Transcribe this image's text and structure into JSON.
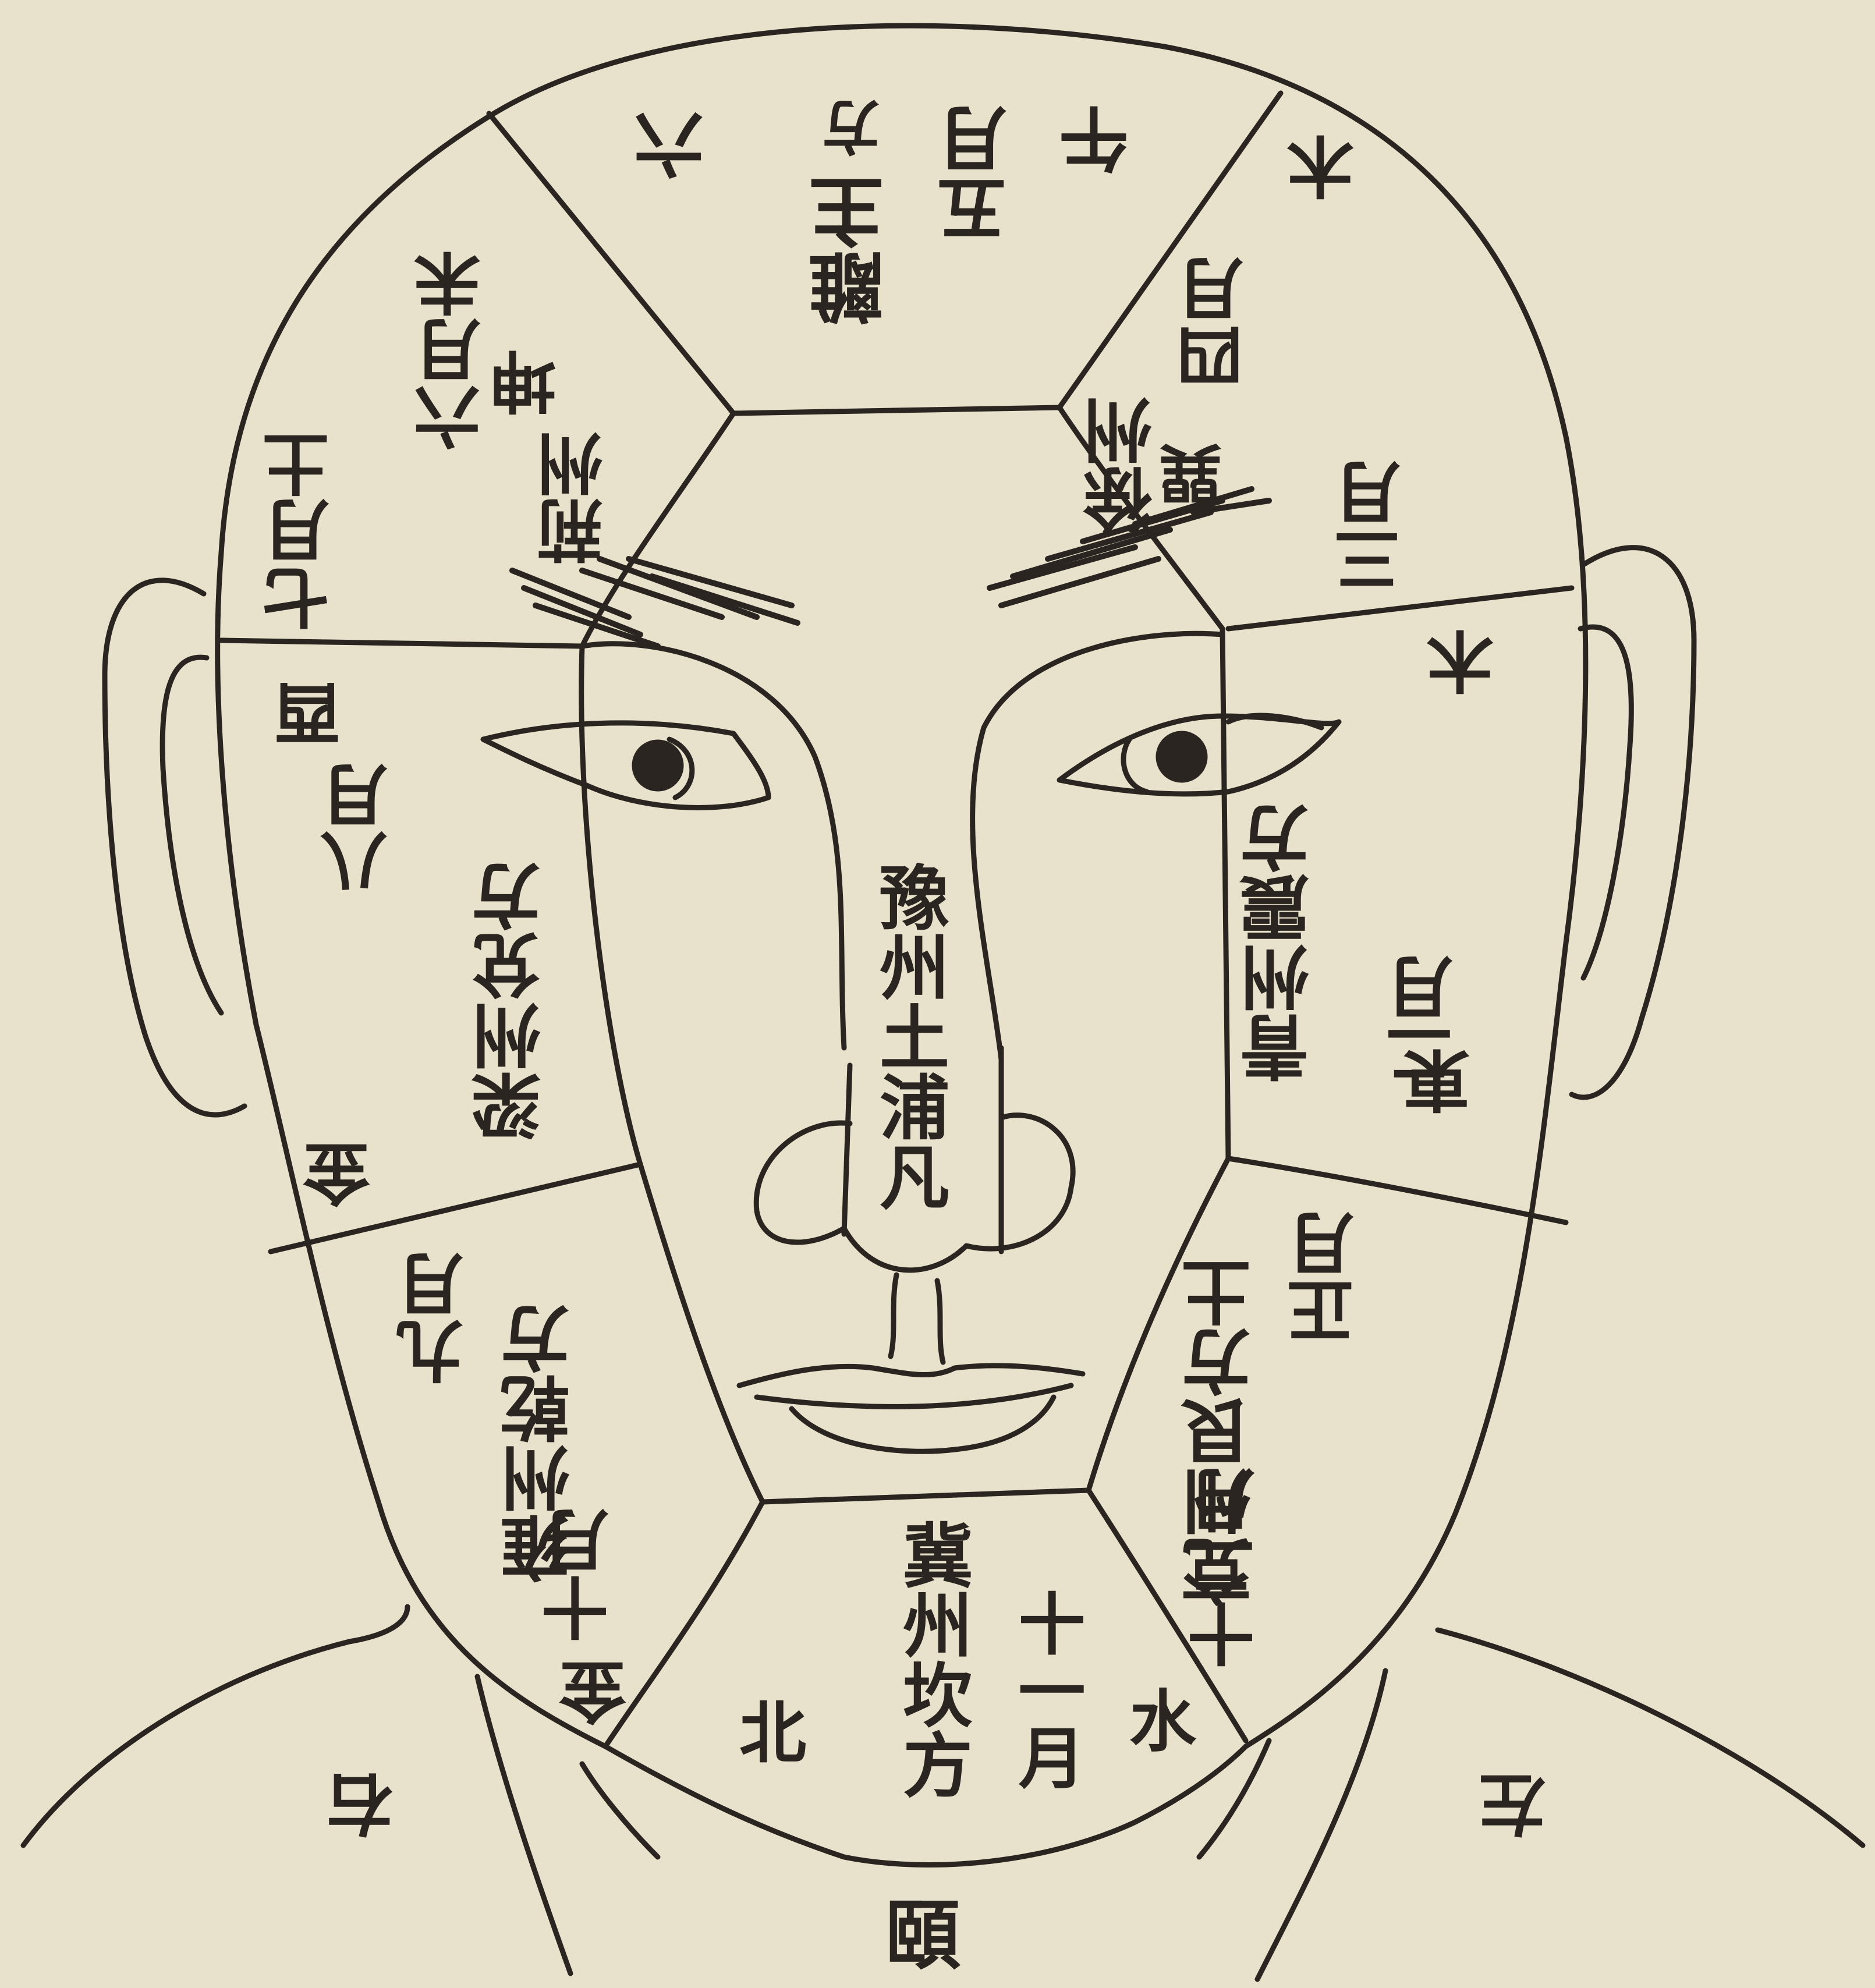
{
  "colors": {
    "paper": "#e8e1cb",
    "ink": "#2a2520"
  },
  "labels": {
    "top_col1": "午",
    "top_col2": "五月",
    "top_col3": "離主",
    "top_col4": "六",
    "top_col5": "方",
    "upper_left_col1": "六月未",
    "upper_left_col2": "坤",
    "upper_left_col3": "七月土",
    "upper_left_col4": "荊州",
    "upper_right_col1": "木",
    "upper_right_col2": "四月",
    "upper_right_col3": "徐州",
    "upper_right_col4": "巽",
    "upper_right_col5": "三月",
    "west_col1": "酉",
    "west_col2": "八月",
    "west_col3": "梁州兌方",
    "west_col4": "金",
    "east_col1": "木",
    "east_col2": "青州震方",
    "east_col3": "二月",
    "east_col4": "東",
    "nose": "豫州土浦凡",
    "lower_left_col1": "九月",
    "lower_left_col2": "雍州乾方",
    "lower_left_col3": "十月",
    "lower_left_col4": "金",
    "lower_right_col1": "正月",
    "lower_right_col2": "兗州艮方土",
    "lower_right_col3": "十二月",
    "chin_col1": "北",
    "chin_col2": "冀州坎方",
    "chin_col3": "十一月",
    "chin_col4": "水",
    "side_right": "右",
    "side_left": "左",
    "bottom": "頤"
  }
}
